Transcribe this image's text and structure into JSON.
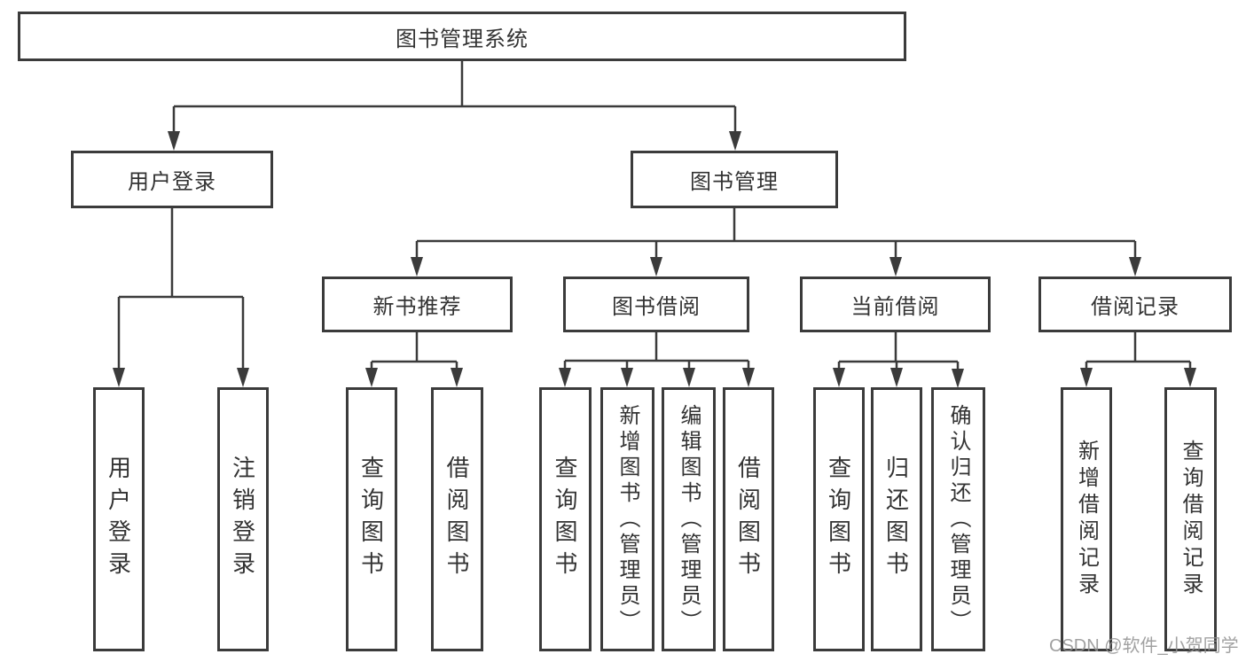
{
  "diagram": {
    "root": "图书管理系统",
    "level2": {
      "user_login": "用户登录",
      "book_mgmt": "图书管理"
    },
    "level3": {
      "new_book_rec": "新书推荐",
      "book_borrow": "图书借阅",
      "current_borrow": "当前借阅",
      "borrow_records": "借阅记录"
    },
    "leaves": {
      "user_login": "用户登录",
      "logout": "注销登录",
      "nb_query": "查询图书",
      "nb_borrow": "借阅图书",
      "bb_query": "查询图书",
      "bb_add": "新增图书（管理员）",
      "bb_edit": "编辑图书（管理员）",
      "bb_borrow": "借阅图书",
      "cb_query": "查询图书",
      "cb_return": "归还图书",
      "cb_confirm": "确认归还（管理员）",
      "br_add": "新增借阅记录",
      "br_query": "查询借阅记录"
    }
  },
  "watermark": "CSDN @软件_小贺同学",
  "colors": {
    "line": "#3b3b3b",
    "text": "#333333",
    "watermark": "#919191",
    "background": "#ffffff"
  }
}
